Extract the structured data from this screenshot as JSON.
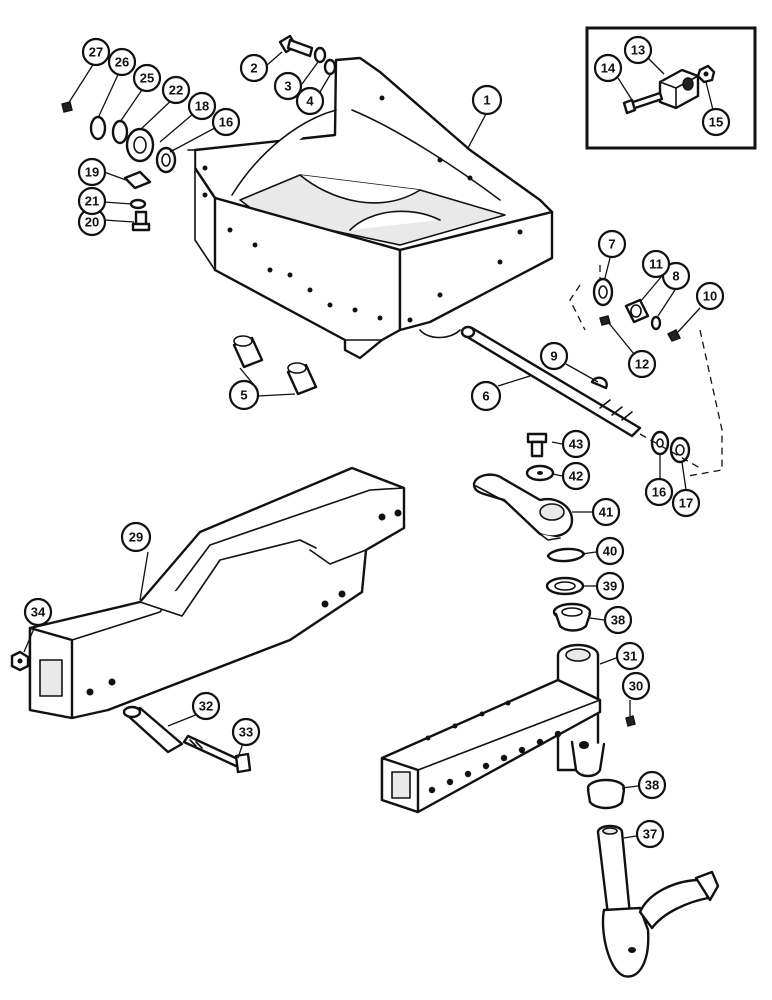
{
  "callouts": {
    "c1": "1",
    "c2": "2",
    "c3": "3",
    "c4": "4",
    "c5": "5",
    "c6": "6",
    "c7": "7",
    "c8": "8",
    "c9": "9",
    "c10": "10",
    "c11": "11",
    "c12": "12",
    "c13": "13",
    "c14": "14",
    "c15": "15",
    "c16a": "16",
    "c16b": "16",
    "c17": "17",
    "c18": "18",
    "c19": "19",
    "c20": "20",
    "c21": "21",
    "c22": "22",
    "c25": "25",
    "c26": "26",
    "c27": "27",
    "c29": "29",
    "c30": "30",
    "c31": "31",
    "c32": "32",
    "c33": "33",
    "c34": "34",
    "c37": "37",
    "c38a": "38",
    "c38b": "38",
    "c39": "39",
    "c40": "40",
    "c41": "41",
    "c42": "42",
    "c43": "43"
  }
}
